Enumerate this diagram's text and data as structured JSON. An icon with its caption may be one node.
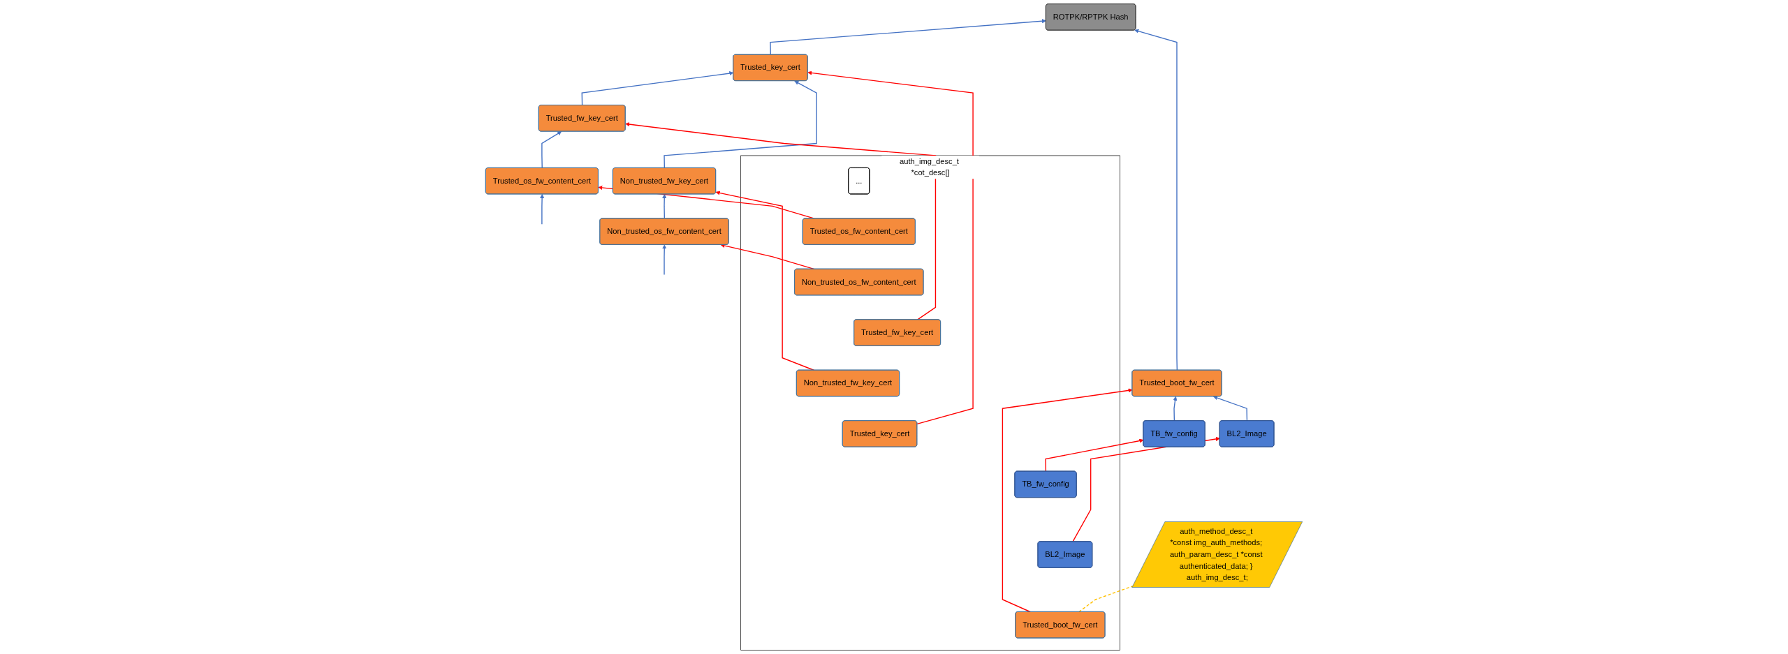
{
  "diagram": {
    "nodes": [
      {
        "text": [
          "ROTPK/RPTPK Hash"
        ]
      },
      {
        "text": [
          "auth_method_desc_t *const img_auth_methods; auth_param_desc_t *const authenticated_data; } auth_img_desc_t;"
        ]
      },
      {
        "text": [
          "Trusted_boot_fw_cert"
        ]
      },
      {
        "text": [
          "auth_img_desc_t *cot_desc[]"
        ]
      },
      {
        "text": [
          "Trusted_boot_fw_cert"
        ],
        "in": 3
      },
      {
        "text": [
          "BL2_Image"
        ],
        "in": 3
      },
      {
        "text": [
          "TB_fw_config"
        ],
        "in": 3
      },
      {
        "text": [
          "Trusted_key_cert"
        ],
        "in": 3
      },
      {
        "text": [
          "Non_trusted_fw_key_cert"
        ],
        "in": 3
      },
      {
        "text": [
          "Trusted_fw_key_cert"
        ],
        "in": 3
      },
      {
        "text": [
          "Non_trusted_os_fw_content_cert"
        ],
        "in": 3
      },
      {
        "text": [
          "Trusted_os_fw_content_cert"
        ],
        "in": 3
      },
      {
        "text": [
          "..."
        ],
        "in": 3
      },
      {
        "text": [
          "Trusted_key_cert"
        ]
      },
      {
        "text": [
          "BL2_Image"
        ]
      },
      {
        "text": [
          "TB_fw_config"
        ]
      },
      {
        "text": [
          "Non_trusted_fw_key_cert"
        ]
      },
      {
        "text": [
          "Trusted_fw_key_cert"
        ]
      },
      {
        "text": [
          "Non_trusted_os_fw_content_cert"
        ]
      },
      {
        "text": [
          "Trusted_os_fw_content_cert"
        ]
      }
    ],
    "edges": [
      {
        "from": 4,
        "to": 1,
        "arrow": "none",
        "style": "dashed",
        "color": "#ffc000"
      },
      {
        "from": 2,
        "to": 0,
        "arrow": "to"
      },
      {
        "from": 13,
        "to": 0,
        "arrow": "to"
      },
      {
        "from": 4,
        "to": 2,
        "arrow": "to",
        "color": "#ff0000"
      },
      {
        "from": 5,
        "to": 14,
        "arrow": "to",
        "color": "#ff0000"
      },
      {
        "from": 6,
        "to": 15,
        "arrow": "to",
        "color": "#ff0000"
      },
      {
        "from": 14,
        "to": 2,
        "arrow": "to"
      },
      {
        "from": 15,
        "to": 2,
        "arrow": "to"
      },
      {
        "from": 7,
        "to": 13,
        "arrow": "to",
        "color": "#ff0000"
      },
      {
        "from": 16,
        "to": 13,
        "arrow": "to"
      },
      {
        "from": 17,
        "to": 13,
        "arrow": "to"
      },
      {
        "from": 8,
        "to": 16,
        "arrow": "to",
        "color": "#ff0000"
      },
      {
        "from": 9,
        "to": 17,
        "arrow": "to",
        "color": "#ff0000"
      },
      {
        "from": 18,
        "to": 16,
        "arrow": "to"
      },
      {
        "from": 19,
        "to": 17,
        "arrow": "to"
      },
      {
        "from": 10,
        "to": 18,
        "arrow": "to",
        "color": "#ff0000"
      },
      {
        "from": 11,
        "to": 19,
        "arrow": "to",
        "color": "#ff0000"
      },
      {
        "from": null,
        "to": 18,
        "arrow": "to"
      },
      {
        "from": null,
        "to": 19,
        "arrow": "to"
      }
    ]
  }
}
